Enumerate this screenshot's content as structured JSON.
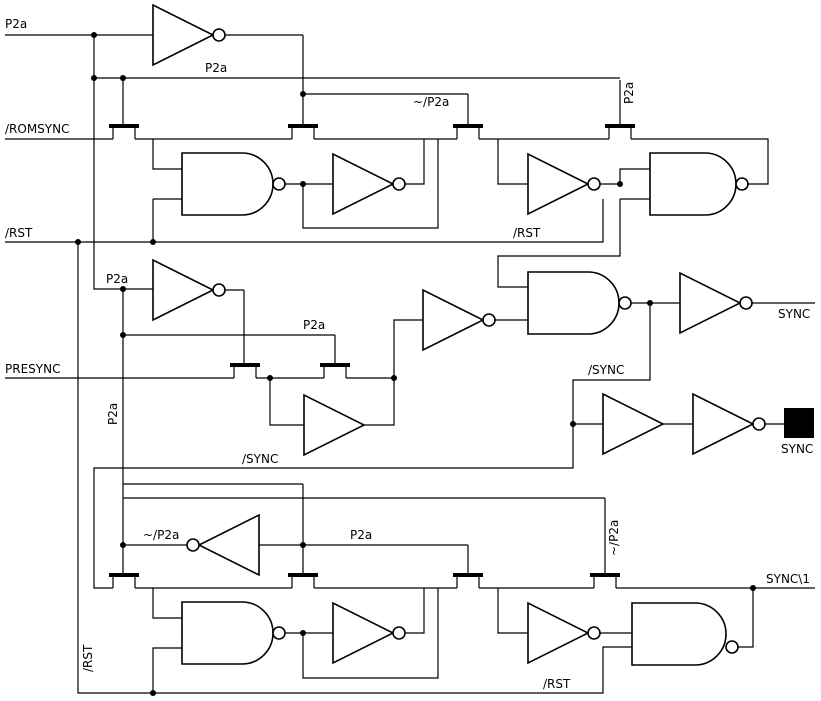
{
  "labels": {
    "p2a_in": "P2a",
    "p2a_bus": "P2a",
    "romsync_in": "/ROMSYNC",
    "n_p2a_t3": "~/P2a",
    "p2a_t4": "P2a",
    "rst_in": "/RST",
    "rst_int_upper": "/RST",
    "p2a_mid": "P2a",
    "p2a_mid_bus": "P2a",
    "presync_in": "PRESYNC",
    "sync_out": "SYNC",
    "nsync_mid": "/SYNC",
    "sync_pad": "SYNC",
    "nsync_low": "/SYNC",
    "p2a_vert": "P2a",
    "n_p2a_low": "~/P2a",
    "p2a_low": "P2a",
    "n_p2a_low_t4": "~/P2a",
    "sync1_out": "SYNC\\1",
    "rst_vert": "/RST",
    "rst_int_lower": "/RST"
  },
  "colors": {
    "line": "#000000",
    "background": "#ffffff"
  }
}
